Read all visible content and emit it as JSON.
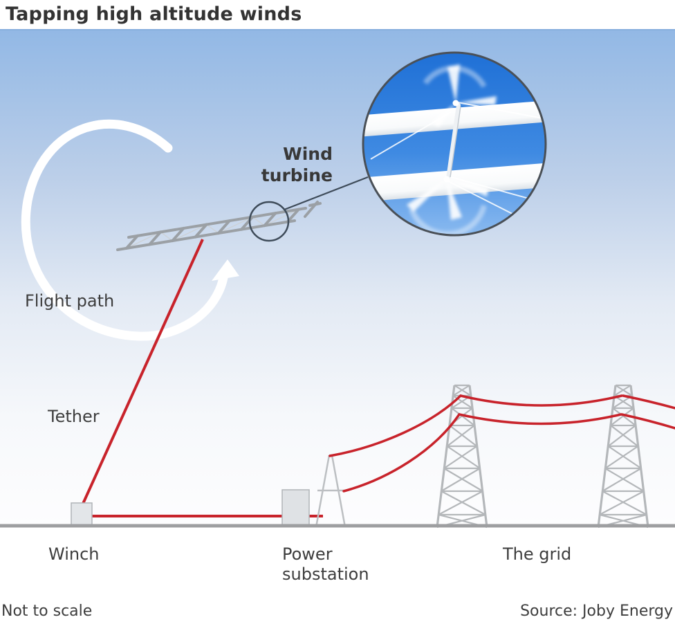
{
  "title": "Tapping high altitude winds",
  "diagram": {
    "labels": {
      "wind_turbine": "Wind turbine",
      "flight_path": "Flight path",
      "tether": "Tether",
      "winch": "Winch",
      "power_substation": "Power substation",
      "the_grid": "The grid"
    },
    "footnote": "Not to scale",
    "source": "Source: Joby Energy",
    "colors": {
      "sky_top": "#92b8e5",
      "sky_bottom": "#fdfdfe",
      "cable_red": "#c8232b",
      "structure_gray": "#b4b7ba",
      "ground_gray": "#9e9fa1",
      "inset_sky_top": "#1f70d6",
      "inset_sky_bottom": "#8abaf0",
      "callout_stroke": "#3e4b59",
      "text": "#3d3d3d"
    }
  }
}
